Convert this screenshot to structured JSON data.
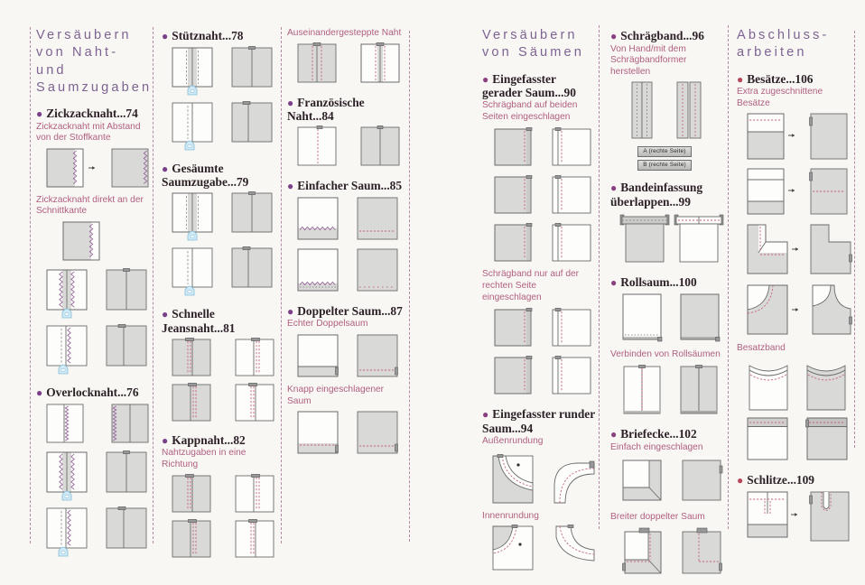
{
  "colors": {
    "background": "#f8f7f4",
    "heading": "#7d6392",
    "entry": "#2d2128",
    "caption": "#b05f80",
    "separator": "#a36f92",
    "fabric_gray": "#d9d9d7",
    "fabric_white": "#fdfdfc",
    "outline": "#6b6b6b",
    "zigzag": "#8d5a92",
    "stitch_pink": "#c4687f",
    "stitch_gray": "#909090",
    "tab_gray": "#98989a",
    "iron_blue": "#cfe9f6",
    "iron_outline": "#85bed9"
  },
  "sections": [
    {
      "id": "versaeubern-naht-saumzugaben",
      "heading_lines": [
        "Versäubern",
        "von Naht- und",
        "Saumzugaben"
      ],
      "bullet_color": "#7b3f8a",
      "blocks": [
        {
          "t": "entry",
          "label": "Zickzacknaht...74"
        },
        {
          "t": "caption",
          "text": "Zickzacknaht mit Abstand von der Stoffkante"
        },
        {
          "t": "fig",
          "kind": "zzArrow",
          "name": "zigzag-offset-stitch-diagram"
        },
        {
          "t": "caption",
          "text": "Zickzacknaht direkt an der Schnittkante"
        },
        {
          "t": "fig",
          "kind": "zzSingle",
          "name": "zigzag-edge-stitch-diagram"
        },
        {
          "t": "fig",
          "kind": "openZZIron",
          "name": "pressed-open-zigzag-seam-diagram"
        },
        {
          "t": "fig",
          "kind": "dashZZIron",
          "name": "side-pressed-zigzag-seam-diagram"
        },
        {
          "t": "entry",
          "label": "Overlocknaht...76"
        },
        {
          "t": "fig",
          "kind": "olPair",
          "name": "overlock-stitch-pair-diagram"
        },
        {
          "t": "fig",
          "kind": "openZZIron",
          "name": "pressed-open-overlock-seam-diagram"
        },
        {
          "t": "fig",
          "kind": "dashZZIron",
          "name": "side-pressed-overlock-seam-diagram"
        }
      ]
    },
    {
      "id": "stuetznaht-kappnaht",
      "bullet_color": "#7b3f8a",
      "blocks": [
        {
          "t": "entry",
          "label": "Stütznaht...78"
        },
        {
          "t": "fig",
          "kind": "stitchOpenIron",
          "name": "stay-stitch-pressed-open-diagram"
        },
        {
          "t": "fig",
          "kind": "dashIron",
          "name": "stay-stitch-side-pressed-diagram"
        },
        {
          "t": "entry",
          "label": "Gesäumte Saumzugabe...79"
        },
        {
          "t": "fig",
          "kind": "stitchOpenIron",
          "name": "hemmed-allowance-open-diagram"
        },
        {
          "t": "fig",
          "kind": "dashIron",
          "name": "hemmed-allowance-side-diagram"
        },
        {
          "t": "entry",
          "label": "Schnelle Jeansnaht...81"
        },
        {
          "t": "fig",
          "kind": "gwPair",
          "name": "jeans-seam-step1-diagram"
        },
        {
          "t": "fig",
          "kind": "gwPair2",
          "name": "jeans-seam-step2-diagram"
        },
        {
          "t": "entry",
          "label": "Kappnaht...82"
        },
        {
          "t": "caption",
          "text": "Nahtzugaben in eine Richtung"
        },
        {
          "t": "fig",
          "kind": "gwPair",
          "name": "flat-felled-seam-step1-diagram"
        },
        {
          "t": "fig",
          "kind": "gwPair2",
          "name": "flat-felled-seam-step2-diagram"
        }
      ]
    },
    {
      "id": "saeume",
      "bullet_color": "#7b3f8a",
      "blocks": [
        {
          "t": "caption",
          "text": "Auseinandergesteppte Naht"
        },
        {
          "t": "fig",
          "kind": "ausPair",
          "name": "topstitched-open-seam-diagram"
        },
        {
          "t": "entry",
          "label": "Französische Naht...84"
        },
        {
          "t": "fig",
          "kind": "franz",
          "name": "french-seam-diagram"
        },
        {
          "t": "entry",
          "label": "Einfacher Saum...85"
        },
        {
          "t": "fig",
          "kind": "hemZZ",
          "name": "simple-hem-zigzag-diagram"
        },
        {
          "t": "fig",
          "kind": "hemZZ2",
          "name": "simple-hem-stitched-diagram"
        },
        {
          "t": "entry",
          "label": "Doppelter Saum...87"
        },
        {
          "t": "caption",
          "text": "Echter Doppelsaum"
        },
        {
          "t": "fig",
          "kind": "hemBand",
          "name": "double-hem-diagram"
        },
        {
          "t": "caption",
          "text": "Knapp eingeschlagener Saum"
        },
        {
          "t": "fig",
          "kind": "hemBand2",
          "name": "narrow-turned-hem-diagram"
        }
      ]
    },
    {
      "id": "versaeubern-von-saeumen",
      "heading_lines": [
        "Versäubern",
        "von Säumen"
      ],
      "bullet_color": "#8a3f7f",
      "blocks": [
        {
          "t": "entry",
          "label": "Eingefasster gerader Saum...90"
        },
        {
          "t": "caption",
          "text": "Schrägband auf beiden Seiten eingeschlagen"
        },
        {
          "t": "fig",
          "kind": "bind",
          "name": "bound-hem-step1-diagram"
        },
        {
          "t": "fig",
          "kind": "bind",
          "name": "bound-hem-step2-diagram"
        },
        {
          "t": "fig",
          "kind": "bind",
          "name": "bound-hem-step3-diagram"
        },
        {
          "t": "caption",
          "text": "Schrägband nur auf der rechten Seite eingeschlagen"
        },
        {
          "t": "fig",
          "kind": "bind",
          "name": "bound-hem-right-side-step1-diagram"
        },
        {
          "t": "fig",
          "kind": "bind",
          "name": "bound-hem-right-side-step2-diagram"
        },
        {
          "t": "entry",
          "label": "Eingefasster runder Saum...94"
        },
        {
          "t": "caption",
          "text": "Außenrundung"
        },
        {
          "t": "fig",
          "kind": "curveOut",
          "name": "bound-outer-curve-diagram"
        },
        {
          "t": "caption",
          "text": "Innenrundung"
        },
        {
          "t": "fig",
          "kind": "curveIn",
          "name": "bound-inner-curve-diagram"
        }
      ]
    },
    {
      "id": "schraegband-briefecke",
      "bullet_color": "#8a3f7f",
      "blocks": [
        {
          "t": "entry",
          "label": "Schrägband...96"
        },
        {
          "t": "caption",
          "text": "Von Hand/mit dem Schrägbandformer herstellen"
        },
        {
          "t": "fig",
          "kind": "strips",
          "name": "bias-strip-diagram"
        },
        {
          "t": "stripsLabeled",
          "labels": [
            "A (rechte Seite)",
            "B (rechte Seite)"
          ]
        },
        {
          "t": "entry",
          "label": "Bandeinfassung überlappen...99"
        },
        {
          "t": "fig",
          "kind": "bandTop",
          "name": "overlapped-band-binding-diagram"
        },
        {
          "t": "entry",
          "label": "Rollsaum...100"
        },
        {
          "t": "fig",
          "kind": "rollHem",
          "name": "rolled-hem-diagram"
        },
        {
          "t": "caption",
          "text": "Verbinden von Rollsäumen"
        },
        {
          "t": "fig",
          "kind": "rollSeam",
          "name": "joining-rolled-hems-diagram"
        },
        {
          "t": "entry",
          "label": "Briefecke...102"
        },
        {
          "t": "caption",
          "text": "Einfach eingeschlagen"
        },
        {
          "t": "fig",
          "kind": "corner1",
          "name": "mitered-corner-single-diagram"
        },
        {
          "t": "caption",
          "text": "Breiter doppelter Saum"
        },
        {
          "t": "fig",
          "kind": "corner2",
          "name": "mitered-corner-double-hem-diagram"
        }
      ]
    },
    {
      "id": "abschlussarbeiten",
      "heading_lines": [
        "Abschluss-",
        "arbeiten"
      ],
      "bullet_color": "#b9475c",
      "blocks": [
        {
          "t": "entry",
          "label": "Besätze...106"
        },
        {
          "t": "caption",
          "text": "Extra zugeschnittene Besätze"
        },
        {
          "t": "fig",
          "kind": "facingA",
          "name": "cut-facing-step1-diagram"
        },
        {
          "t": "fig",
          "kind": "facingB",
          "name": "cut-facing-step2-diagram"
        },
        {
          "t": "fig",
          "kind": "cornerFacing",
          "name": "corner-facing-diagram"
        },
        {
          "t": "fig",
          "kind": "curveFacing",
          "name": "curved-facing-diagram"
        },
        {
          "t": "caption",
          "text": "Besatzband"
        },
        {
          "t": "fig",
          "kind": "neck",
          "name": "facing-band-neckline-diagram"
        },
        {
          "t": "fig",
          "kind": "bandHem",
          "name": "facing-band-edge-diagram"
        },
        {
          "t": "entry",
          "label": "Schlitze...109"
        },
        {
          "t": "fig",
          "kind": "slit",
          "name": "slit-diagram"
        }
      ]
    }
  ]
}
